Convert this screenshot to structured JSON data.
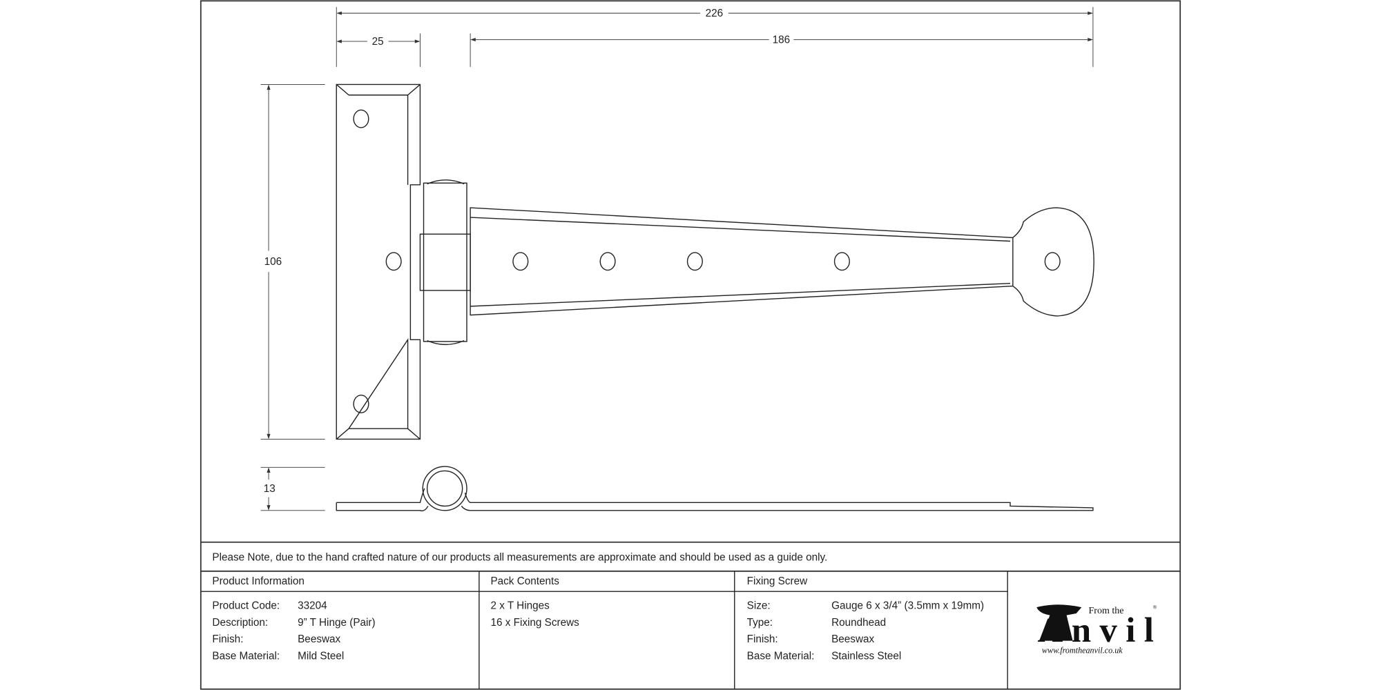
{
  "dimensions": {
    "overall_length": "226",
    "leaf_width": "25",
    "strap_length": "186",
    "height": "106",
    "thickness": "13"
  },
  "note": "Please Note, due to the hand crafted nature of our products all measurements are approximate and should be used as a guide only.",
  "product_info": {
    "header": "Product Information",
    "rows": [
      {
        "label": "Product Code:",
        "value": "33204"
      },
      {
        "label": "Description:",
        "value": "9” T Hinge (Pair)"
      },
      {
        "label": "Finish:",
        "value": "Beeswax"
      },
      {
        "label": "Base Material:",
        "value": "Mild Steel"
      }
    ]
  },
  "pack_contents": {
    "header": "Pack Contents",
    "items": [
      "2 x T Hinges",
      "16 x Fixing Screws"
    ]
  },
  "fixing_screw": {
    "header": "Fixing Screw",
    "rows": [
      {
        "label": "Size:",
        "value": "Gauge 6 x 3/4” (3.5mm x 19mm)"
      },
      {
        "label": "Type:",
        "value": "Roundhead"
      },
      {
        "label": "Finish:",
        "value": "Beeswax"
      },
      {
        "label": "Base Material:",
        "value": "Stainless Steel"
      }
    ]
  },
  "logo": {
    "from_the": "From the",
    "name": "Anvil",
    "url": "www.fromtheanvil.co.uk",
    "mark": "®"
  }
}
